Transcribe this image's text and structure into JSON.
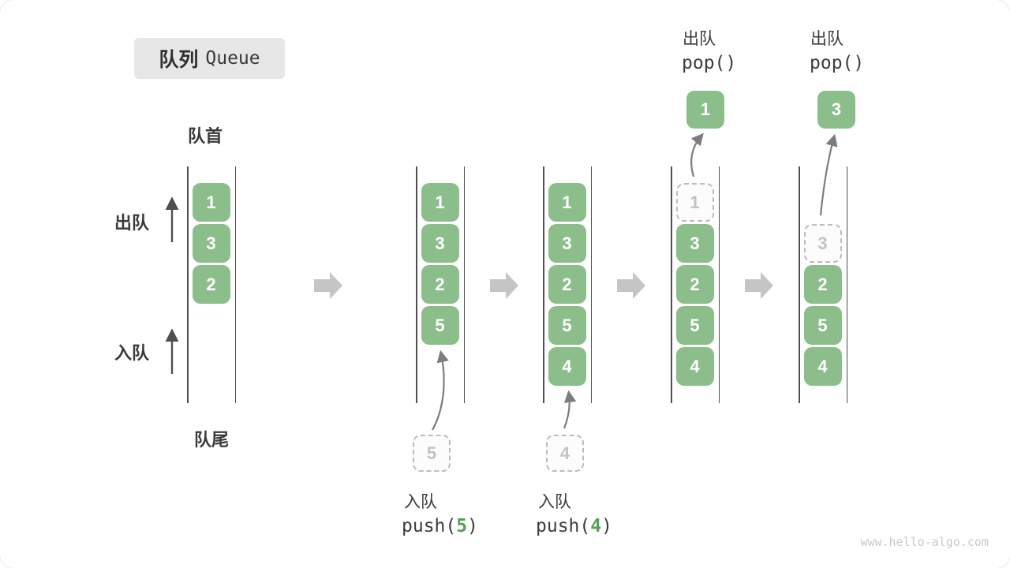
{
  "title": {
    "zh": "队列",
    "en": "Queue"
  },
  "labels": {
    "front": "队首",
    "rear": "队尾",
    "dequeue_side": "出队",
    "enqueue_side": "入队"
  },
  "ops": {
    "push5": {
      "label": "入队",
      "pre": "push(",
      "arg": "5",
      "post": ")"
    },
    "push4": {
      "label": "入队",
      "pre": "push(",
      "arg": "4",
      "post": ")"
    },
    "pop1": {
      "label": "出队",
      "code": "pop()"
    },
    "pop2": {
      "label": "出队",
      "code": "pop()"
    }
  },
  "states": [
    {
      "cells": [
        "1",
        "3",
        "2"
      ]
    },
    {
      "cells": [
        "1",
        "3",
        "2",
        "5"
      ],
      "incoming": "5"
    },
    {
      "cells": [
        "1",
        "3",
        "2",
        "5",
        "4"
      ],
      "incoming": "4"
    },
    {
      "cells": [
        "3",
        "2",
        "5",
        "4"
      ],
      "ghost": "1",
      "popped": "1"
    },
    {
      "cells": [
        "2",
        "5",
        "4"
      ],
      "ghost": "3",
      "popped": "3"
    }
  ],
  "watermark": "www.hello-algo.com",
  "colors": {
    "cell_green": "#8cbe8c",
    "accent_green": "#56a156",
    "block_arrow_gray": "#c5c5c5",
    "wall_dark": "#4f4f4f",
    "ghost_gray": "#bcbcbc",
    "title_bg": "#e7e7e7"
  }
}
